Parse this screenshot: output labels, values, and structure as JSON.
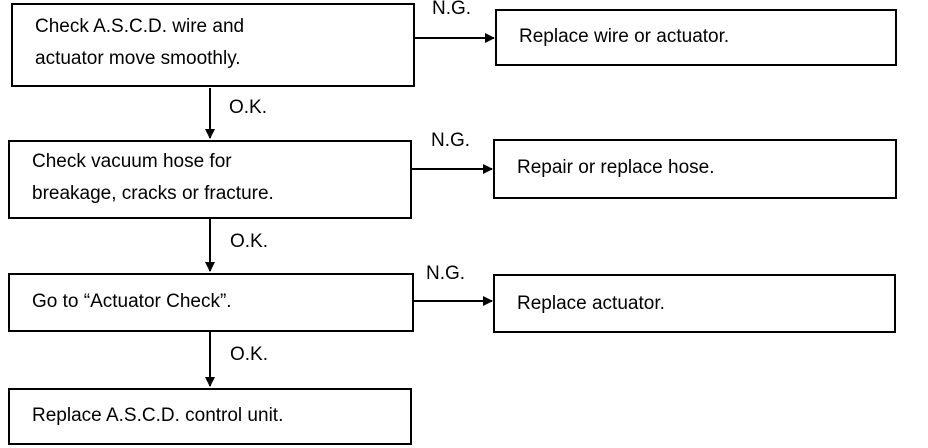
{
  "steps": [
    {
      "lines": [
        "Check A.S.C.D. wire and",
        "actuator move smoothly."
      ]
    },
    {
      "lines": [
        "Check vacuum hose for",
        "breakage, cracks or fracture."
      ]
    },
    {
      "lines": [
        "Go to “Actuator Check”."
      ]
    },
    {
      "lines": [
        "Replace A.S.C.D. control unit."
      ]
    }
  ],
  "failures": [
    {
      "text": "Replace wire or actuator."
    },
    {
      "text": "Repair or replace hose."
    },
    {
      "text": "Replace actuator."
    }
  ],
  "labels": {
    "ok": [
      "O.K.",
      "O.K.",
      "O.K."
    ],
    "ng": [
      "N.G.",
      "N.G.",
      "N.G."
    ]
  }
}
